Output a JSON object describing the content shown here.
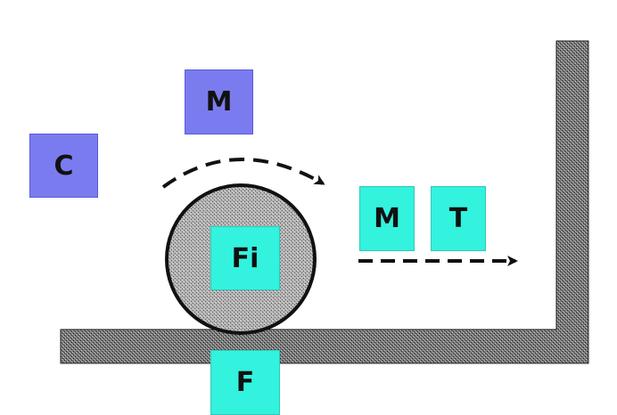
{
  "labels": {
    "top_m": "M",
    "c": "C",
    "right_m": "M",
    "right_t": "T",
    "fi": "Fi",
    "f": "F"
  },
  "colors": {
    "purple_label": "#7b7bf0",
    "cyan_label": "#33f2de",
    "ground": "#555555",
    "wheel": "#a6a6a6",
    "line": "#111111"
  }
}
